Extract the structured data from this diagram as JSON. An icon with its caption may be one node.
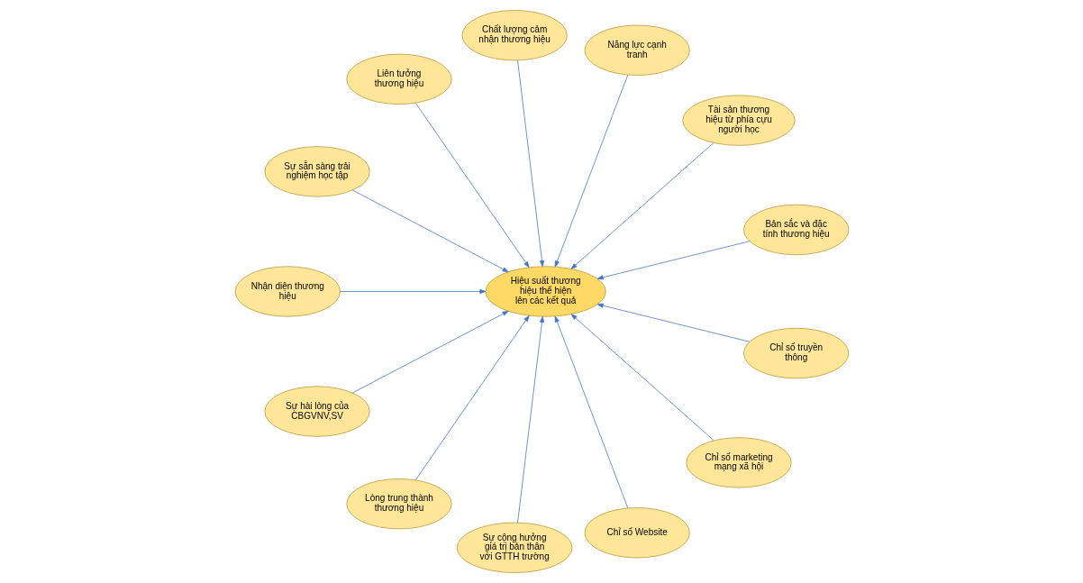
{
  "diagram": {
    "nodes": [
      {
        "text": [
          "Hiệu suất thương hiệu thể hiện lên các kết quả"
        ]
      },
      {
        "text": [
          "Bản sắc và đặc tính thương hiệu"
        ]
      },
      {
        "text": [
          "Tài sản thương hiệu từ phía cựu người học"
        ]
      },
      {
        "text": [
          "Năng lực cạnh tranh"
        ]
      },
      {
        "text": [
          "Chất lượng cảm nhận thương hiệu"
        ]
      },
      {
        "text": [
          "Liên tưởng thương hiệu"
        ]
      },
      {
        "text": [
          "Sự sẵn sàng trải nghiệm học tập"
        ]
      },
      {
        "text": [
          "Nhận diện thương hiệu"
        ]
      },
      {
        "text": [
          "Sự hài lòng của CBGVNV,SV"
        ]
      },
      {
        "text": [
          "Lòng trung thành thương hiệu"
        ]
      },
      {
        "text": [
          "Sự cộng hưởng giá trị bản thân với GTTH trường"
        ]
      },
      {
        "text": [
          "Chỉ số Website"
        ]
      },
      {
        "text": [
          "Chỉ số marketing mạng xã hội"
        ]
      },
      {
        "text": [
          "Chỉ số truyền thông"
        ]
      }
    ],
    "edges": [
      {
        "from": 1,
        "to": 0,
        "arrow": "to"
      },
      {
        "from": 2,
        "to": 0,
        "arrow": "to"
      },
      {
        "from": 3,
        "to": 0,
        "arrow": "to"
      },
      {
        "from": 4,
        "to": 0,
        "arrow": "to"
      },
      {
        "from": 5,
        "to": 0,
        "arrow": "to"
      },
      {
        "from": 6,
        "to": 0,
        "arrow": "to"
      },
      {
        "from": 7,
        "to": 0,
        "arrow": "to"
      },
      {
        "from": 8,
        "to": 0,
        "arrow": "to"
      },
      {
        "from": 9,
        "to": 0,
        "arrow": "to"
      },
      {
        "from": 10,
        "to": 0,
        "arrow": "to"
      },
      {
        "from": 11,
        "to": 0,
        "arrow": "to"
      },
      {
        "from": 12,
        "to": 0,
        "arrow": "to"
      },
      {
        "from": 13,
        "to": 0,
        "arrow": "to"
      }
    ]
  }
}
